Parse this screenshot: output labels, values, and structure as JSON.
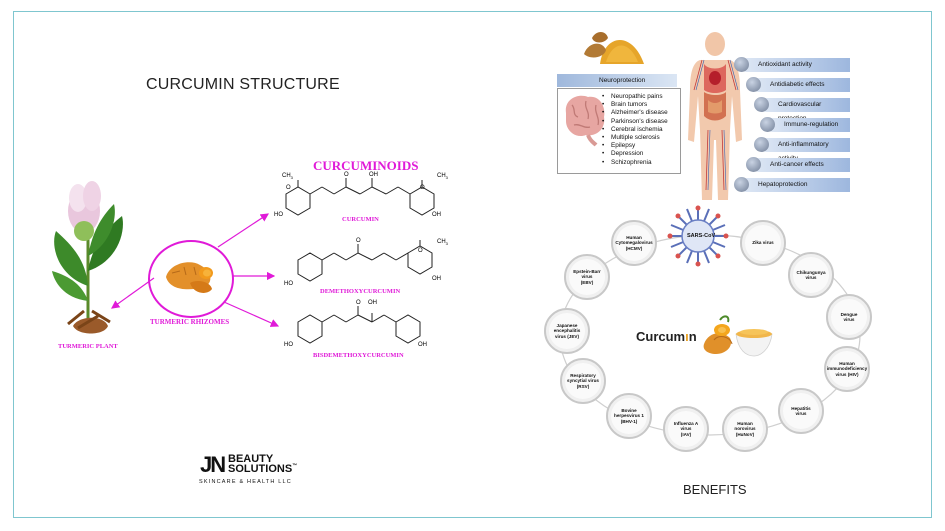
{
  "left": {
    "title": "CURCUMIN STRUCTURE",
    "curcuminoids": "CURCUMINOIDS",
    "labels": {
      "curcumin": "CURCUMIN",
      "demethoxy": "DEMETHOXYCURCUMIN",
      "bisdemethoxy": "BISDEMETHOXYCURCUMIN",
      "rhizomes": "TURMERIC RHIZOMES",
      "plant": "TURMERIC PLANT"
    },
    "chem": {
      "ch3": "CH",
      "sub3": "3",
      "o": "O",
      "oh": "OH",
      "ho": "HO"
    }
  },
  "logo": {
    "jn": "JN",
    "beauty": "BEAUTY",
    "solutions": "SOLUTIONS",
    "tm": "™",
    "tagline": "SKINCARE & HEALTH LLC"
  },
  "right": {
    "neuro_title": "Neuroprotection",
    "neuro_items": [
      "Neuropathic pains",
      "Brain tumors",
      "Alzheimer's disease",
      "Parkinson's disease",
      "Cerebral ischemia",
      "Multiple sclerosis",
      "Epilepsy",
      "Depression",
      "Schizophrenia"
    ],
    "activities": [
      "Antioxidant activity",
      "Antidiabetic effects",
      "Cardiovascular protection",
      "Immune-regulation",
      "Anti-inflammatory activity",
      "Anti-cancer effects",
      "Hepatoprotection"
    ],
    "curcumin_word": "Curcum",
    "curcumin_word2": "n",
    "viruses": {
      "sars": "SARS-CoV",
      "zika": "Zika virus",
      "chik": "Chikungunya\nvirus",
      "dengue": "Dengue\nvirus",
      "hiv": "Human\nimmunodeficiency\nvirus (HIV)",
      "hepatitis": "Hepatitis\nvirus",
      "noro": "Human\nnorovirus\n(HuNoV)",
      "flu": "Influenza A\nvirus\n(IAV)",
      "bhv": "Bovine\nherpesvirus 1\n(BHV-1)",
      "rsv": "Respiratory\nsyncytial virus\n(RSV)",
      "jev": "Japanese\nencephalitis\nvirus (JEV)",
      "ebv": "Epstein-Barr\nvirus\n(EBV)",
      "hcmv": "Human\nCytomegalovirus\n(HCMV)"
    },
    "benefits": "BENEFITS"
  }
}
